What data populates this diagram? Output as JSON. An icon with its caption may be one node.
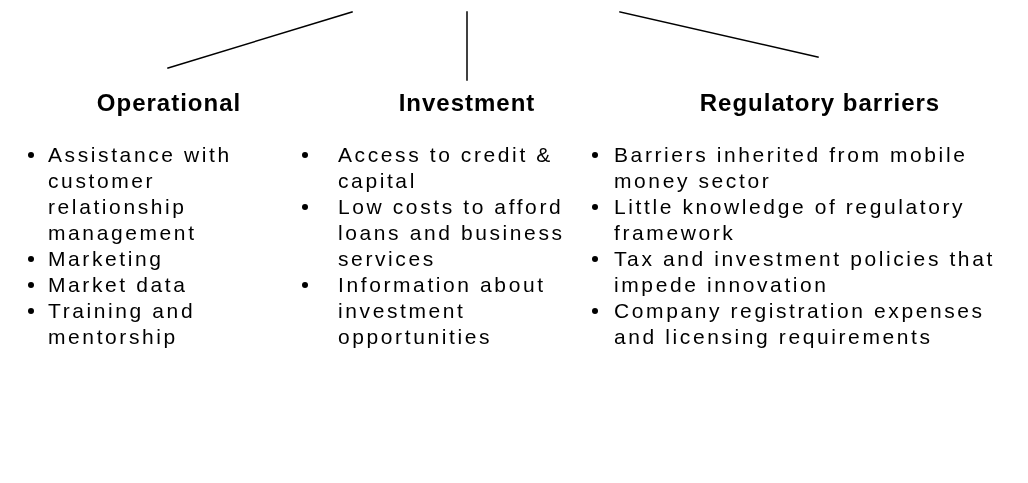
{
  "diagram": {
    "nodes": [
      {
        "text": [
          "Operational",
          "Assistance with customer relationship management",
          "Marketing",
          "Market data",
          "Training and mentorship"
        ]
      },
      {
        "text": [
          "Investment",
          "Access to credit & capital",
          "Low costs to afford loans and business services",
          "Information about investment opportunities"
        ]
      },
      {
        "text": [
          "Regulatory barriers",
          "Barriers inherited from mobile money sector",
          "Little knowledge of regulatory framework",
          "Tax and investment policies that impede innovation",
          "Company registration expenses and licensing requirements"
        ]
      }
    ],
    "edges": [
      {
        "from": null,
        "to": 0,
        "arrow": "none"
      },
      {
        "from": null,
        "to": 1,
        "arrow": "none"
      },
      {
        "from": null,
        "to": 2,
        "arrow": "none"
      }
    ]
  }
}
